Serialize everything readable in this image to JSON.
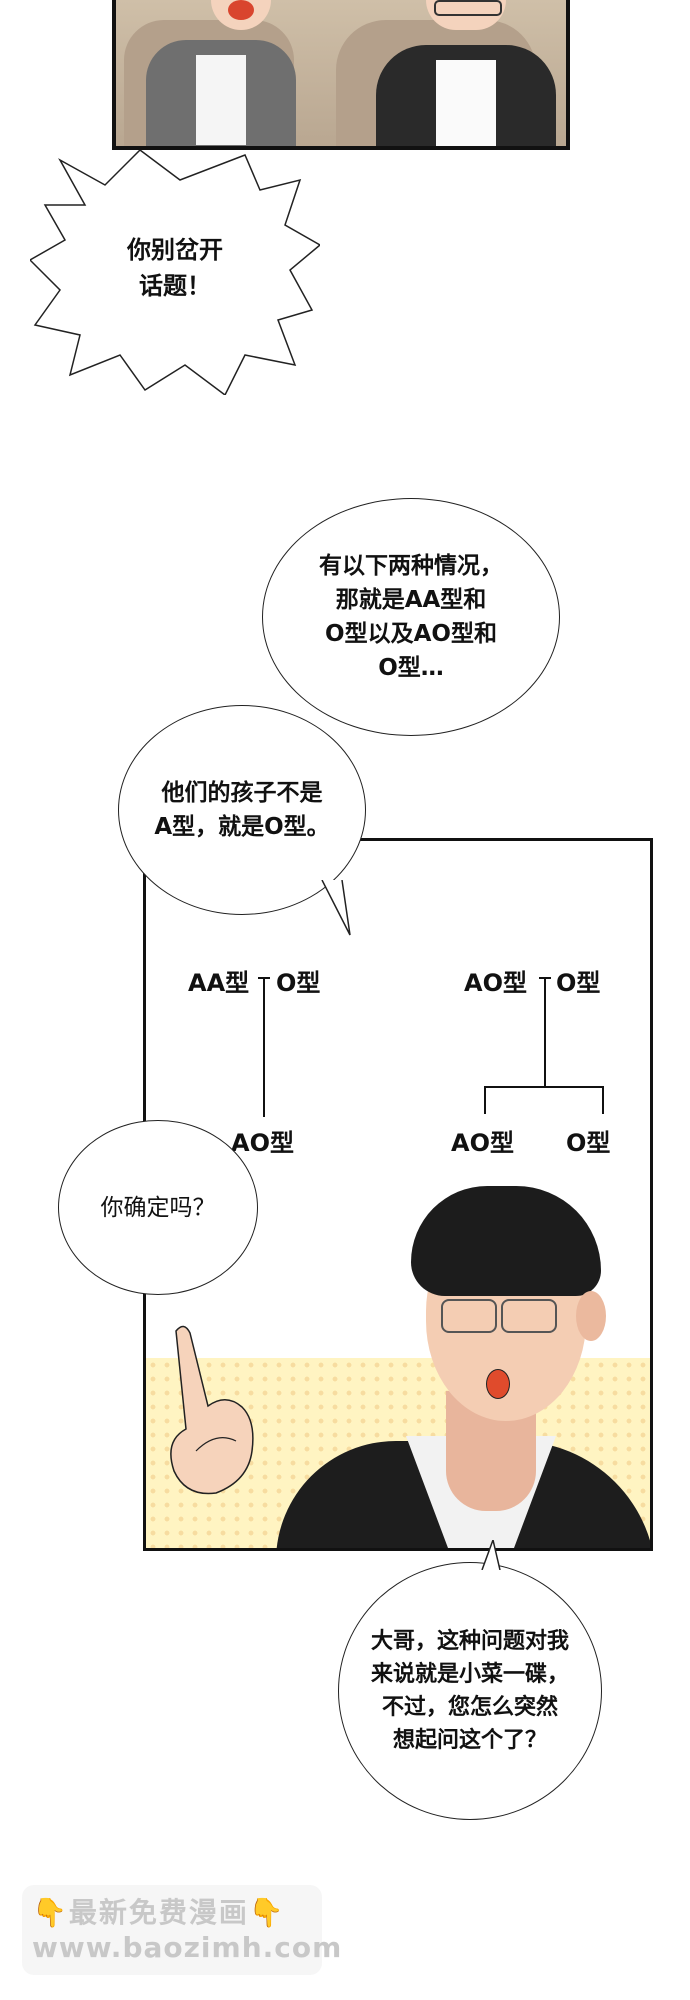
{
  "bubbles": {
    "spiky": {
      "line1": "你别岔开",
      "line2": "话题！"
    },
    "info": {
      "line1": "有以下两种情况，",
      "line2": "那就是AA型和",
      "line3": "O型以及AO型和",
      "line4": "O型…"
    },
    "children": {
      "line1": "他们的孩子不是",
      "line2": "A型，就是O型。"
    },
    "sure": {
      "line1": "你确定吗？"
    },
    "answer": {
      "line1": "大哥，这种问题对我",
      "line2": "来说就是小菜一碟，",
      "line3": "不过，您怎么突然",
      "line4": "想起问这个了？"
    }
  },
  "diagram": {
    "left": {
      "parent1": "AA型",
      "parent2": "O型",
      "child": "AO型"
    },
    "right": {
      "parent1": "AO型",
      "parent2": "O型",
      "child1": "AO型",
      "child2": "O型"
    }
  },
  "watermark": {
    "line1": "最新免费漫画",
    "line2": "www.baozimh.com",
    "emoji": "👇"
  }
}
